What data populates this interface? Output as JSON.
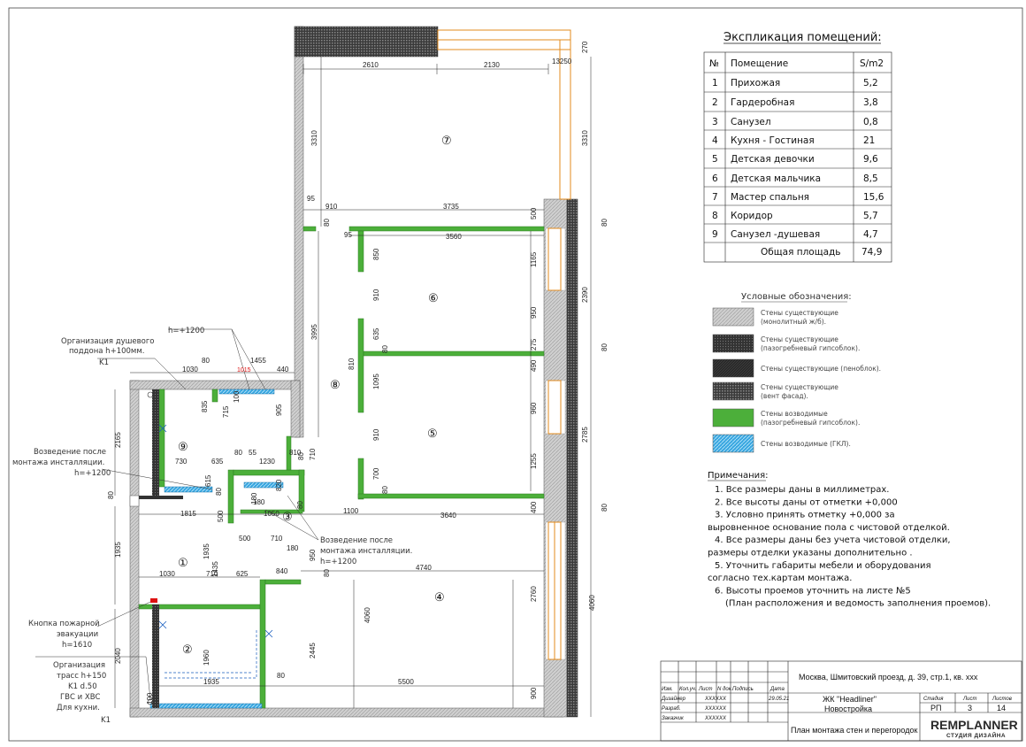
{
  "explication": {
    "title": "Экспликация помещений:",
    "headers": [
      "№",
      "Помещение",
      "S/m2"
    ],
    "rows": [
      [
        "1",
        "Прихожая",
        "5,2"
      ],
      [
        "2",
        "Гардеробная",
        "3,8"
      ],
      [
        "3",
        "Санузел",
        "0,8"
      ],
      [
        "4",
        "Кухня - Гостиная",
        "21"
      ],
      [
        "5",
        "Детская девочки",
        "9,6"
      ],
      [
        "6",
        "Детская мальчика",
        "8,5"
      ],
      [
        "7",
        "Мастер спальня",
        "15,6"
      ],
      [
        "8",
        "Коридор",
        "5,7"
      ],
      [
        "9",
        "Санузел -душевая",
        "4,7"
      ]
    ],
    "total_label": "Общая площадь",
    "total_value": "74,9"
  },
  "legend": {
    "title": "Условные обозначения:",
    "items": [
      {
        "line1": "Стены существующие",
        "line2": "(монолитный ж/б).",
        "kind": "concrete"
      },
      {
        "line1": "Стены существующие",
        "line2": "(пазогребневый гипсоблок).",
        "kind": "gypsum"
      },
      {
        "line1": "Стены существующие (пеноблок).",
        "line2": "",
        "kind": "foam"
      },
      {
        "line1": "Стены существующие",
        "line2": "(вент фасад).",
        "kind": "facade"
      },
      {
        "line1": "Стены возводимые",
        "line2": "(пазогребневый гипсоблок).",
        "kind": "new"
      },
      {
        "line1": "Стены возводимые (ГКЛ).",
        "line2": "",
        "kind": "gkl"
      }
    ]
  },
  "notes": {
    "title": "Примечания:",
    "lines": [
      "1.     Все размеры даны в миллиметрах.",
      "2.     Все высоты даны от отметки +0,000",
      "3.     Условно принять отметку +0,000 за",
      "выровненное основание пола с чистовой отделкой.",
      "4.     Все размеры даны без учета чистовой отделки,",
      "размеры отделки указаны дополнительно .",
      "5.     Уточнить габариты мебели и оборудования",
      "согласно тех.картам монтажа.",
      "6.     Высоты проемов уточнить на листе №5",
      "(План расположения и ведомость заполнения проемов)."
    ]
  },
  "titleblock": {
    "address": "Москва, Шмитовский проезд, д. 39, стр.1, кв. xxx",
    "col_headers": [
      "Изм.",
      "Кол.уч.",
      "Лист",
      "N док.",
      "Подпись",
      "Дата"
    ],
    "roles": [
      {
        "role": "Дизайнер",
        "name": "XXXXXX",
        "date": "29.05.21"
      },
      {
        "role": "Разраб.",
        "name": "XXXXXX",
        "date": ""
      },
      {
        "role": "Заказчик",
        "name": "XXXXXX",
        "date": ""
      }
    ],
    "project": "ЖК \"Headliner\"",
    "building": "Новостройка",
    "sheet_title": "План монтажа стен и перегородок",
    "stage_label": "Стадия",
    "list_label": "Лист",
    "lists_label": "Листов",
    "stage": "РП",
    "list": "3",
    "lists": "14",
    "brand": "REMPLANNER",
    "brand_sub": "СТУДИЯ ДИЗАЙНА"
  },
  "plan": {
    "rooms": [
      "⑦",
      "⑥",
      "⑧",
      "⑤",
      "⑨",
      "③",
      "①",
      "②",
      "④"
    ],
    "callouts": {
      "shower_a": "Организация душевого",
      "shower_b": "поддона h+100мм.",
      "k1_top": "K1",
      "h1200_top": "h=+1200",
      "erect_a": "Возведение после",
      "erect_b": "монтажа инсталляции.",
      "erect_c": "h=+1200",
      "erect2_a": "Возведение после",
      "erect2_b": "монтажа инсталляции.",
      "erect2_c": "h=+1200",
      "fire_a": "Кнопка пожарной",
      "fire_b": "эвакуации",
      "fire_c": "h=1610",
      "tr_a": "Организация",
      "tr_b": "трасс h+150",
      "tr_c": "K1 d.50",
      "tr_d": "ГВС и ХВС",
      "tr_e": "Для кухни.",
      "k1_bot": "K1"
    },
    "dims": {
      "d2610": "2610",
      "d2130": "2130",
      "d13250": "13250",
      "d3310a": "3310",
      "d3310b": "3310",
      "d910": "910",
      "d3735": "3735",
      "d95a": "95",
      "d80a": "80",
      "d3560": "3560",
      "d95b": "95",
      "d850": "850",
      "d500a": "500",
      "d1165": "1165",
      "d2390": "2390",
      "d80b": "80",
      "d910b": "910",
      "d3995": "3995",
      "d635": "635",
      "d80c": "80",
      "d810": "810",
      "d1095": "1095",
      "d950": "950",
      "d275": "275",
      "d490": "490",
      "d80d": "80",
      "d960": "960",
      "d910c": "910",
      "d2785": "2785",
      "d700": "700",
      "d80e": "80",
      "d1255": "1255",
      "d400": "400",
      "d1100": "1100",
      "d3640": "3640",
      "d80f": "80",
      "d1030a": "1030",
      "d80g": "80",
      "d1455": "1455",
      "d440": "440",
      "d1015": "1015",
      "d100": "100",
      "d715": "715",
      "d835": "835",
      "d905": "905",
      "d2165": "2165",
      "d730": "730",
      "d635b": "635",
      "d80h": "80",
      "d55": "55",
      "d1230": "1230",
      "d810b": "810",
      "d80i": "80",
      "d615": "615",
      "d710": "710",
      "d80j": "80",
      "d180a": "180",
      "d820": "820",
      "d1815": "1815",
      "d500b": "500",
      "d180b": "180",
      "d1050": "1050",
      "d80k": "80",
      "d500c": "500",
      "d710b": "710",
      "d180c": "180",
      "d1935a": "1935",
      "d1935b": "1935",
      "d1435": "1435",
      "d950b": "950",
      "d840": "840",
      "d4740": "4740",
      "d1030b": "1030",
      "d710c": "710",
      "d625": "625",
      "d80l": "80",
      "d2445": "2445",
      "d4060a": "4060",
      "d2760": "2760",
      "d4060b": "4060",
      "d2040": "2040",
      "d1960": "1960",
      "d80m": "80",
      "d1935c": "1935",
      "d5500": "5500",
      "d100b": "100",
      "d900": "900",
      "d270": "270",
      "d80n": "80"
    }
  }
}
